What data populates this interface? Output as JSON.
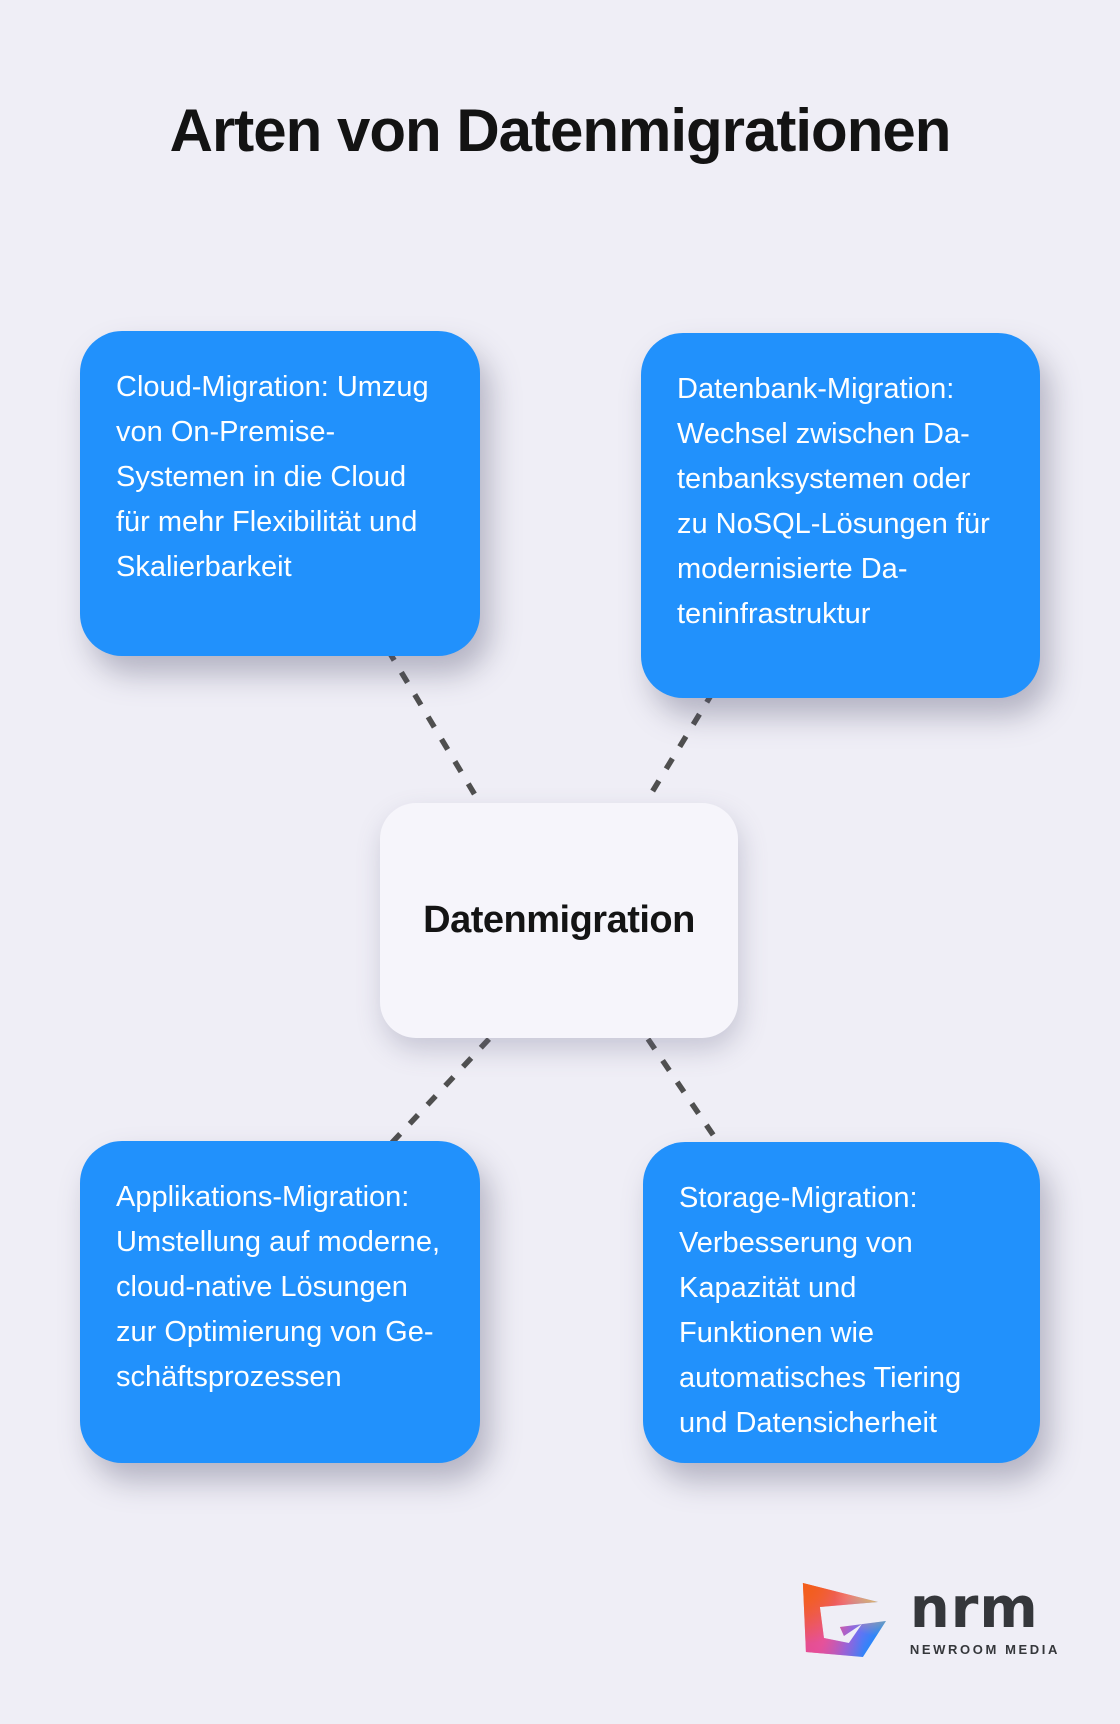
{
  "title": "Arten von Datenmigrationen",
  "center_node": {
    "label": "Datenmigration"
  },
  "nodes": [
    {
      "id": "cloud",
      "text": "Cloud-Migration: Umzug von On-Premise-Systemen in die Cloud für mehr Flexibilität und Skalierbarkeit"
    },
    {
      "id": "datenbank",
      "text": "Datenbank-Migration: Wechsel zwischen Da­tenbanksystemen oder zu NoSQL-Lösungen für modernisierte Da­teninfrastruktur"
    },
    {
      "id": "applikations",
      "text": "Applikations-Migration: Umstellung auf moderne, cloud-native Lösungen zur Optimierung von Ge­schäftsprozessen"
    },
    {
      "id": "storage",
      "text": "Storage-Migration: Verbesserung von Kapazität und Funktionen wie automatisches Tiering und Datensicherheit"
    }
  ],
  "logo": {
    "icon": "nrm-g-mark",
    "wordmark": "nrm",
    "subtitle": "NEWROOM MEDIA"
  },
  "colors": {
    "background": "#efeef6",
    "node_blue": "#2191fc",
    "center_bg": "#f6f5fb",
    "text_on_blue": "#ffffff",
    "title_color": "#131313",
    "connector": "#4f4f4f",
    "logo_text": "#35373b"
  }
}
